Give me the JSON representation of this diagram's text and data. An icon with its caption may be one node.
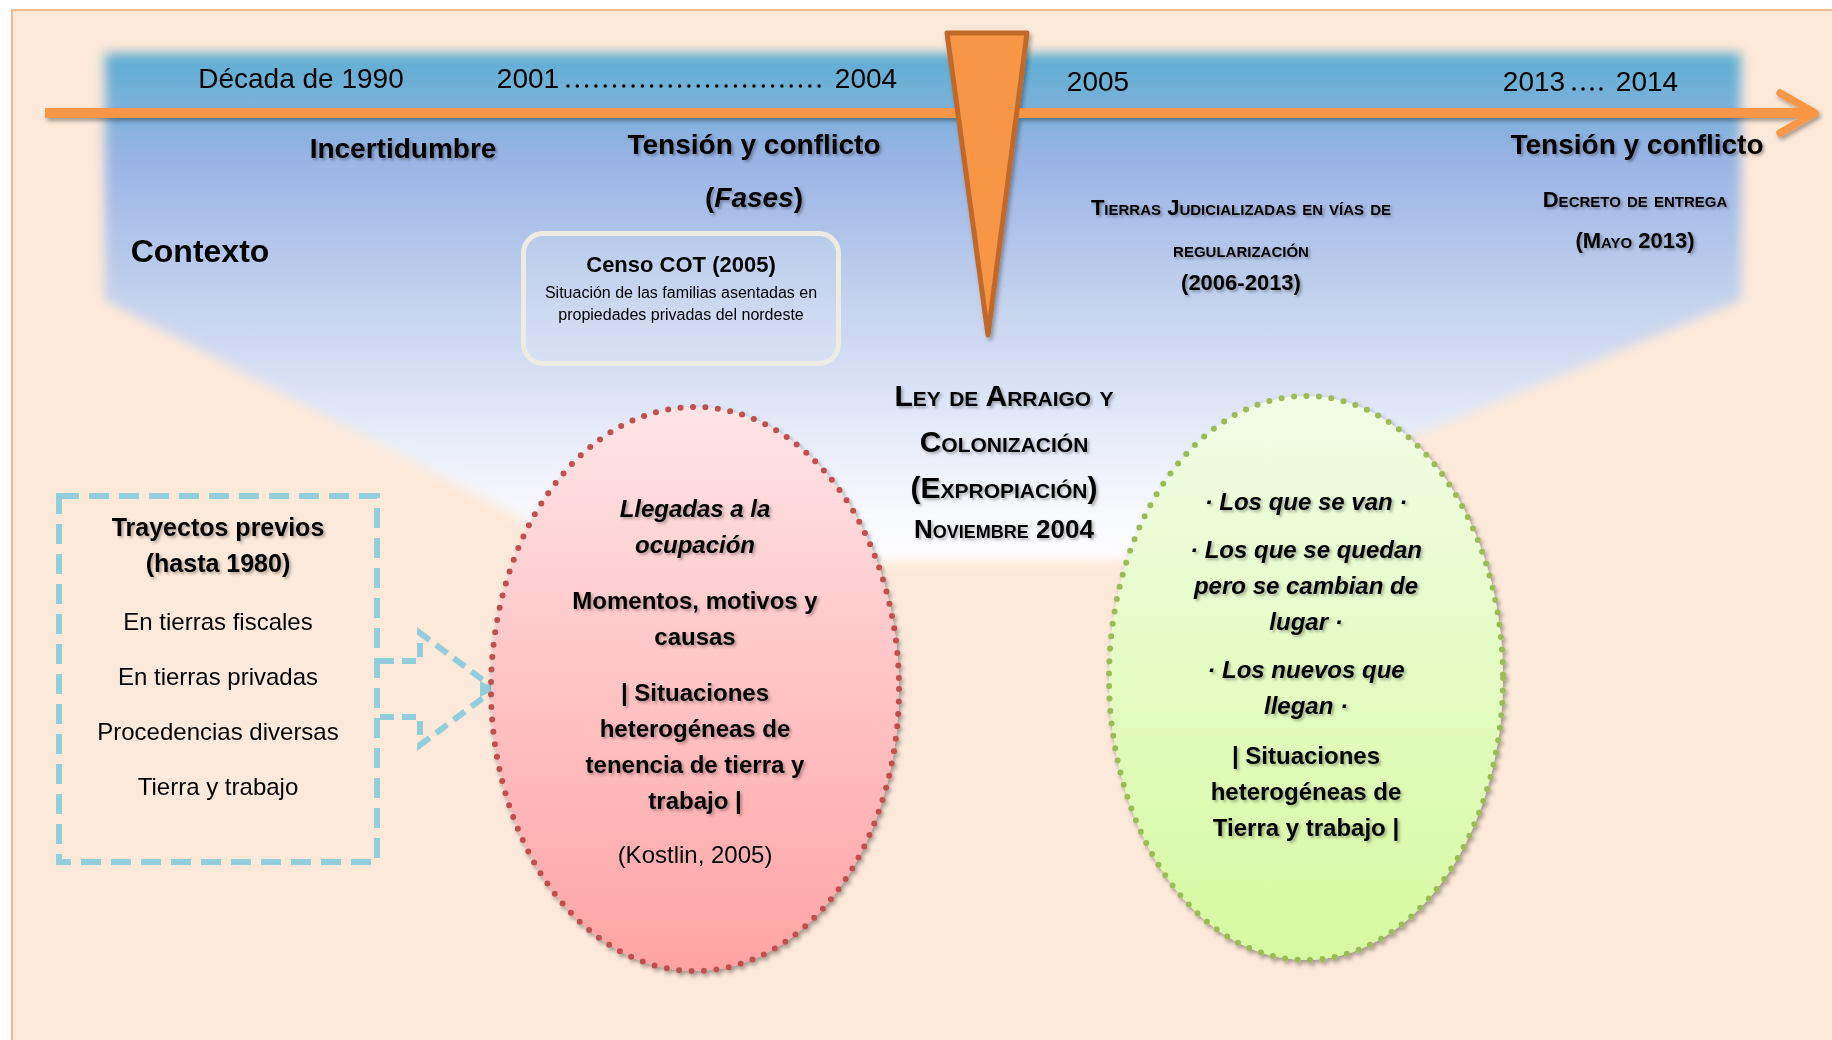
{
  "diagram": {
    "nodes": [
      {
        "text": [
          "Trayectos previos (hasta 1980)",
          "En tierras fiscales",
          "En tierras privadas",
          "Procedencias diversas",
          "Tierra y trabajo"
        ]
      },
      {
        "text": [
          "Llegadas a la ocupación",
          "Momentos, motivos y causas",
          "| Situaciones heterogéneas de tenencia de tierra y trabajo |",
          "(Kostlin, 2005)"
        ]
      },
      {
        "text": [
          "· Los que se van ·",
          "· Los que se quedan pero se cambian de lugar ·",
          "· Los nuevos que llegan ·",
          "| Situaciones heterogéneas de Tierra y trabajo |"
        ]
      },
      {
        "text": [
          "Censo COT (2005)",
          "Situación de las familias asentadas en propiedades privadas del nordeste"
        ]
      }
    ],
    "edges": [
      {
        "from": 0,
        "to": 1,
        "arrow": "to",
        "style": "dashed"
      }
    ],
    "labels": [
      "Década de 1990",
      "2001",
      "2004",
      "2005",
      "2013",
      "2014",
      "Incertidumbre",
      "Tensión y conflicto",
      "(*Fases*)",
      "Contexto",
      "Tierras Judicializadas en vías de regularización",
      "(2006-2013)",
      "Tensión y conflicto",
      "Decreto de entrega",
      "(Mayo 2013)",
      "Ley de Arraigo y Colonización (Expropiación)",
      "Noviembre 2004"
    ]
  }
}
